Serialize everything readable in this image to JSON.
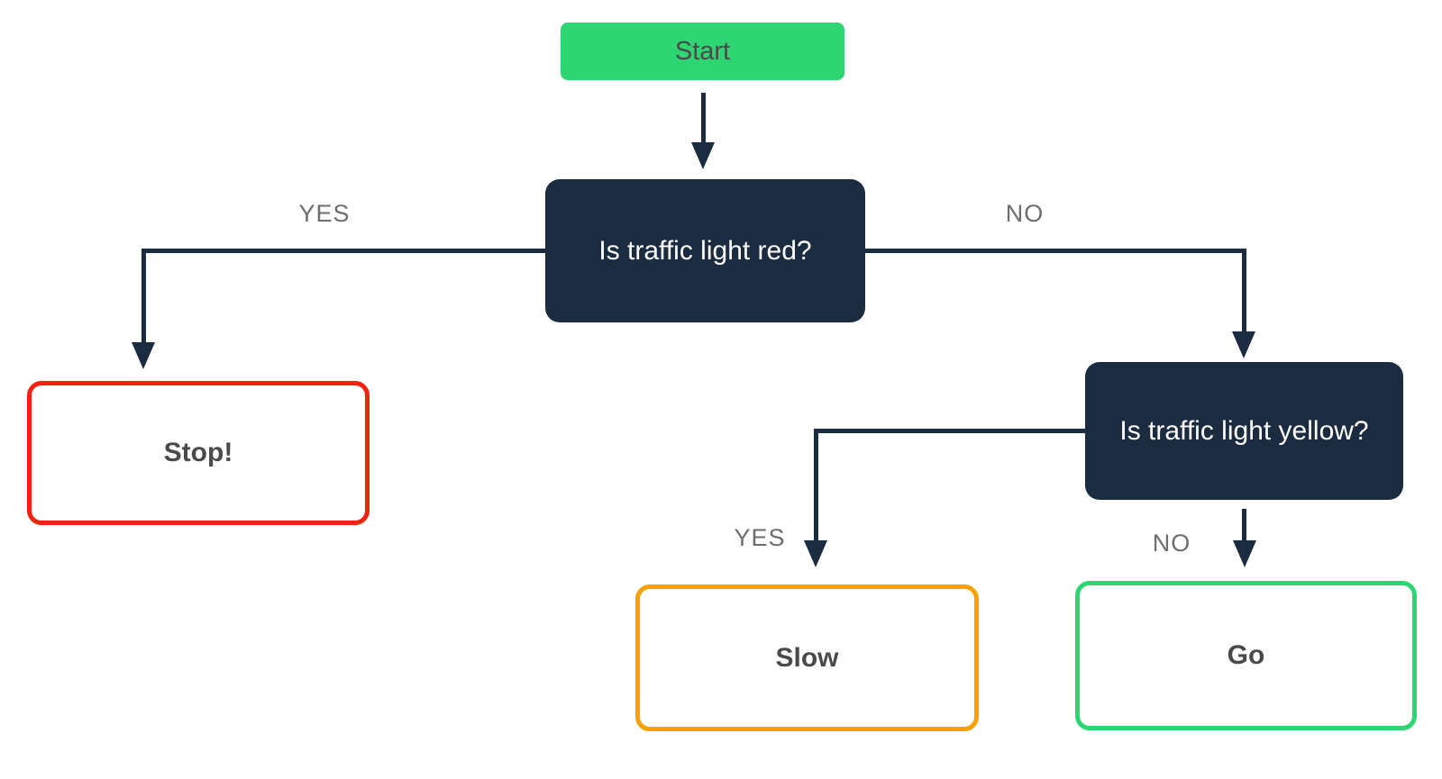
{
  "colors": {
    "green": "#2ED573",
    "navy": "#1B2B40",
    "red": "#F4220E",
    "orange": "#F5A100",
    "label-gray": "#6E6E6E",
    "text-dark": "#4A4A4A",
    "bg": "#FFFFFF"
  },
  "diagram": {
    "type": "flowchart",
    "nodes": [
      {
        "id": "start",
        "kind": "start",
        "label": "Start"
      },
      {
        "id": "is-red",
        "kind": "decision",
        "label": "Is traffic light red?"
      },
      {
        "id": "stop",
        "kind": "outcome",
        "accent": "red",
        "label": "Stop!"
      },
      {
        "id": "is-yellow",
        "kind": "decision",
        "label": "Is traffic light yellow?"
      },
      {
        "id": "slow",
        "kind": "outcome",
        "accent": "orange",
        "label": "Slow"
      },
      {
        "id": "go",
        "kind": "outcome",
        "accent": "green",
        "label": "Go"
      }
    ],
    "edges": [
      {
        "from": "start",
        "to": "is-red"
      },
      {
        "from": "is-red",
        "to": "stop",
        "label": "YES"
      },
      {
        "from": "is-red",
        "to": "is-yellow",
        "label": "NO"
      },
      {
        "from": "is-yellow",
        "to": "slow",
        "label": "YES"
      },
      {
        "from": "is-yellow",
        "to": "go",
        "label": "NO"
      }
    ]
  }
}
